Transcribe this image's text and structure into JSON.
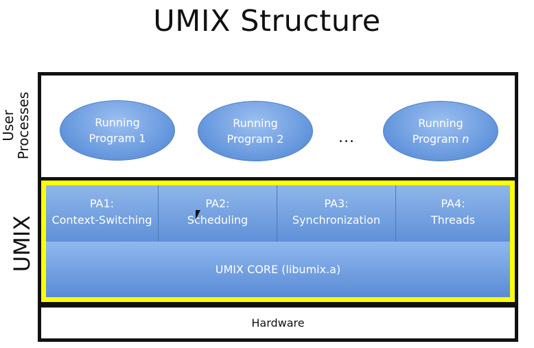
{
  "title": "UMIX Structure",
  "side_labels": {
    "user_line1": "User",
    "user_line2": "Processes",
    "umix": "UMIX"
  },
  "user_processes": [
    {
      "line1": "Running",
      "line2": "Program 1",
      "suffix": ""
    },
    {
      "line1": "Running",
      "line2": "Program 2",
      "suffix": ""
    },
    {
      "line1": "Running",
      "line2": "Program ",
      "suffix": "n"
    }
  ],
  "ellipsis": "...",
  "assignments": [
    {
      "line1": "PA1:",
      "line2": "Context-Switching"
    },
    {
      "line1": "PA2:",
      "line2": "Scheduling"
    },
    {
      "line1": "PA3:",
      "line2": "Synchronization"
    },
    {
      "line1": "PA4:",
      "line2": "Threads"
    }
  ],
  "core": "UMIX CORE (libumix.a)",
  "hardware": "Hardware",
  "colors": {
    "box_fill": "#6d9de0",
    "highlight_border": "#ffff00",
    "frame": "#111111"
  }
}
